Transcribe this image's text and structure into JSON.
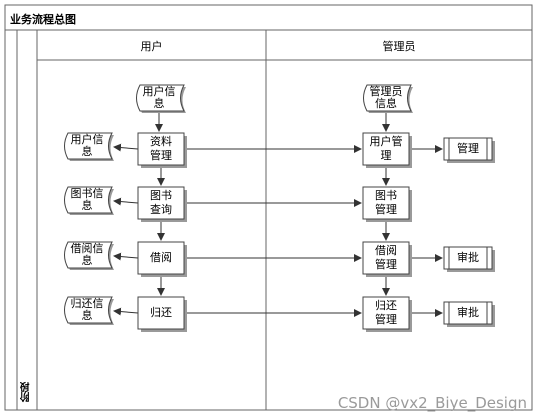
{
  "diagram": {
    "title": "业务流程总图",
    "stage_label": "阶段",
    "lanes": {
      "user": "用户",
      "admin": "管理员"
    },
    "user_lane": {
      "info_doc": "用户信\n息",
      "processes": [
        "资料\n管理",
        "图书\n查询",
        "借阅",
        "归还"
      ],
      "side_docs": [
        "用户信\n息",
        "图书信\n息",
        "借阅信\n息",
        "归还信\n息"
      ]
    },
    "admin_lane": {
      "info_doc": "管理员\n信息",
      "processes": [
        "用户管\n理",
        "图书\n管理",
        "借阅\n管理",
        "归还\n管理"
      ],
      "predefined": [
        "管理",
        "审批",
        "审批"
      ]
    }
  },
  "watermark": "CSDN @vx2_Biye_Design"
}
